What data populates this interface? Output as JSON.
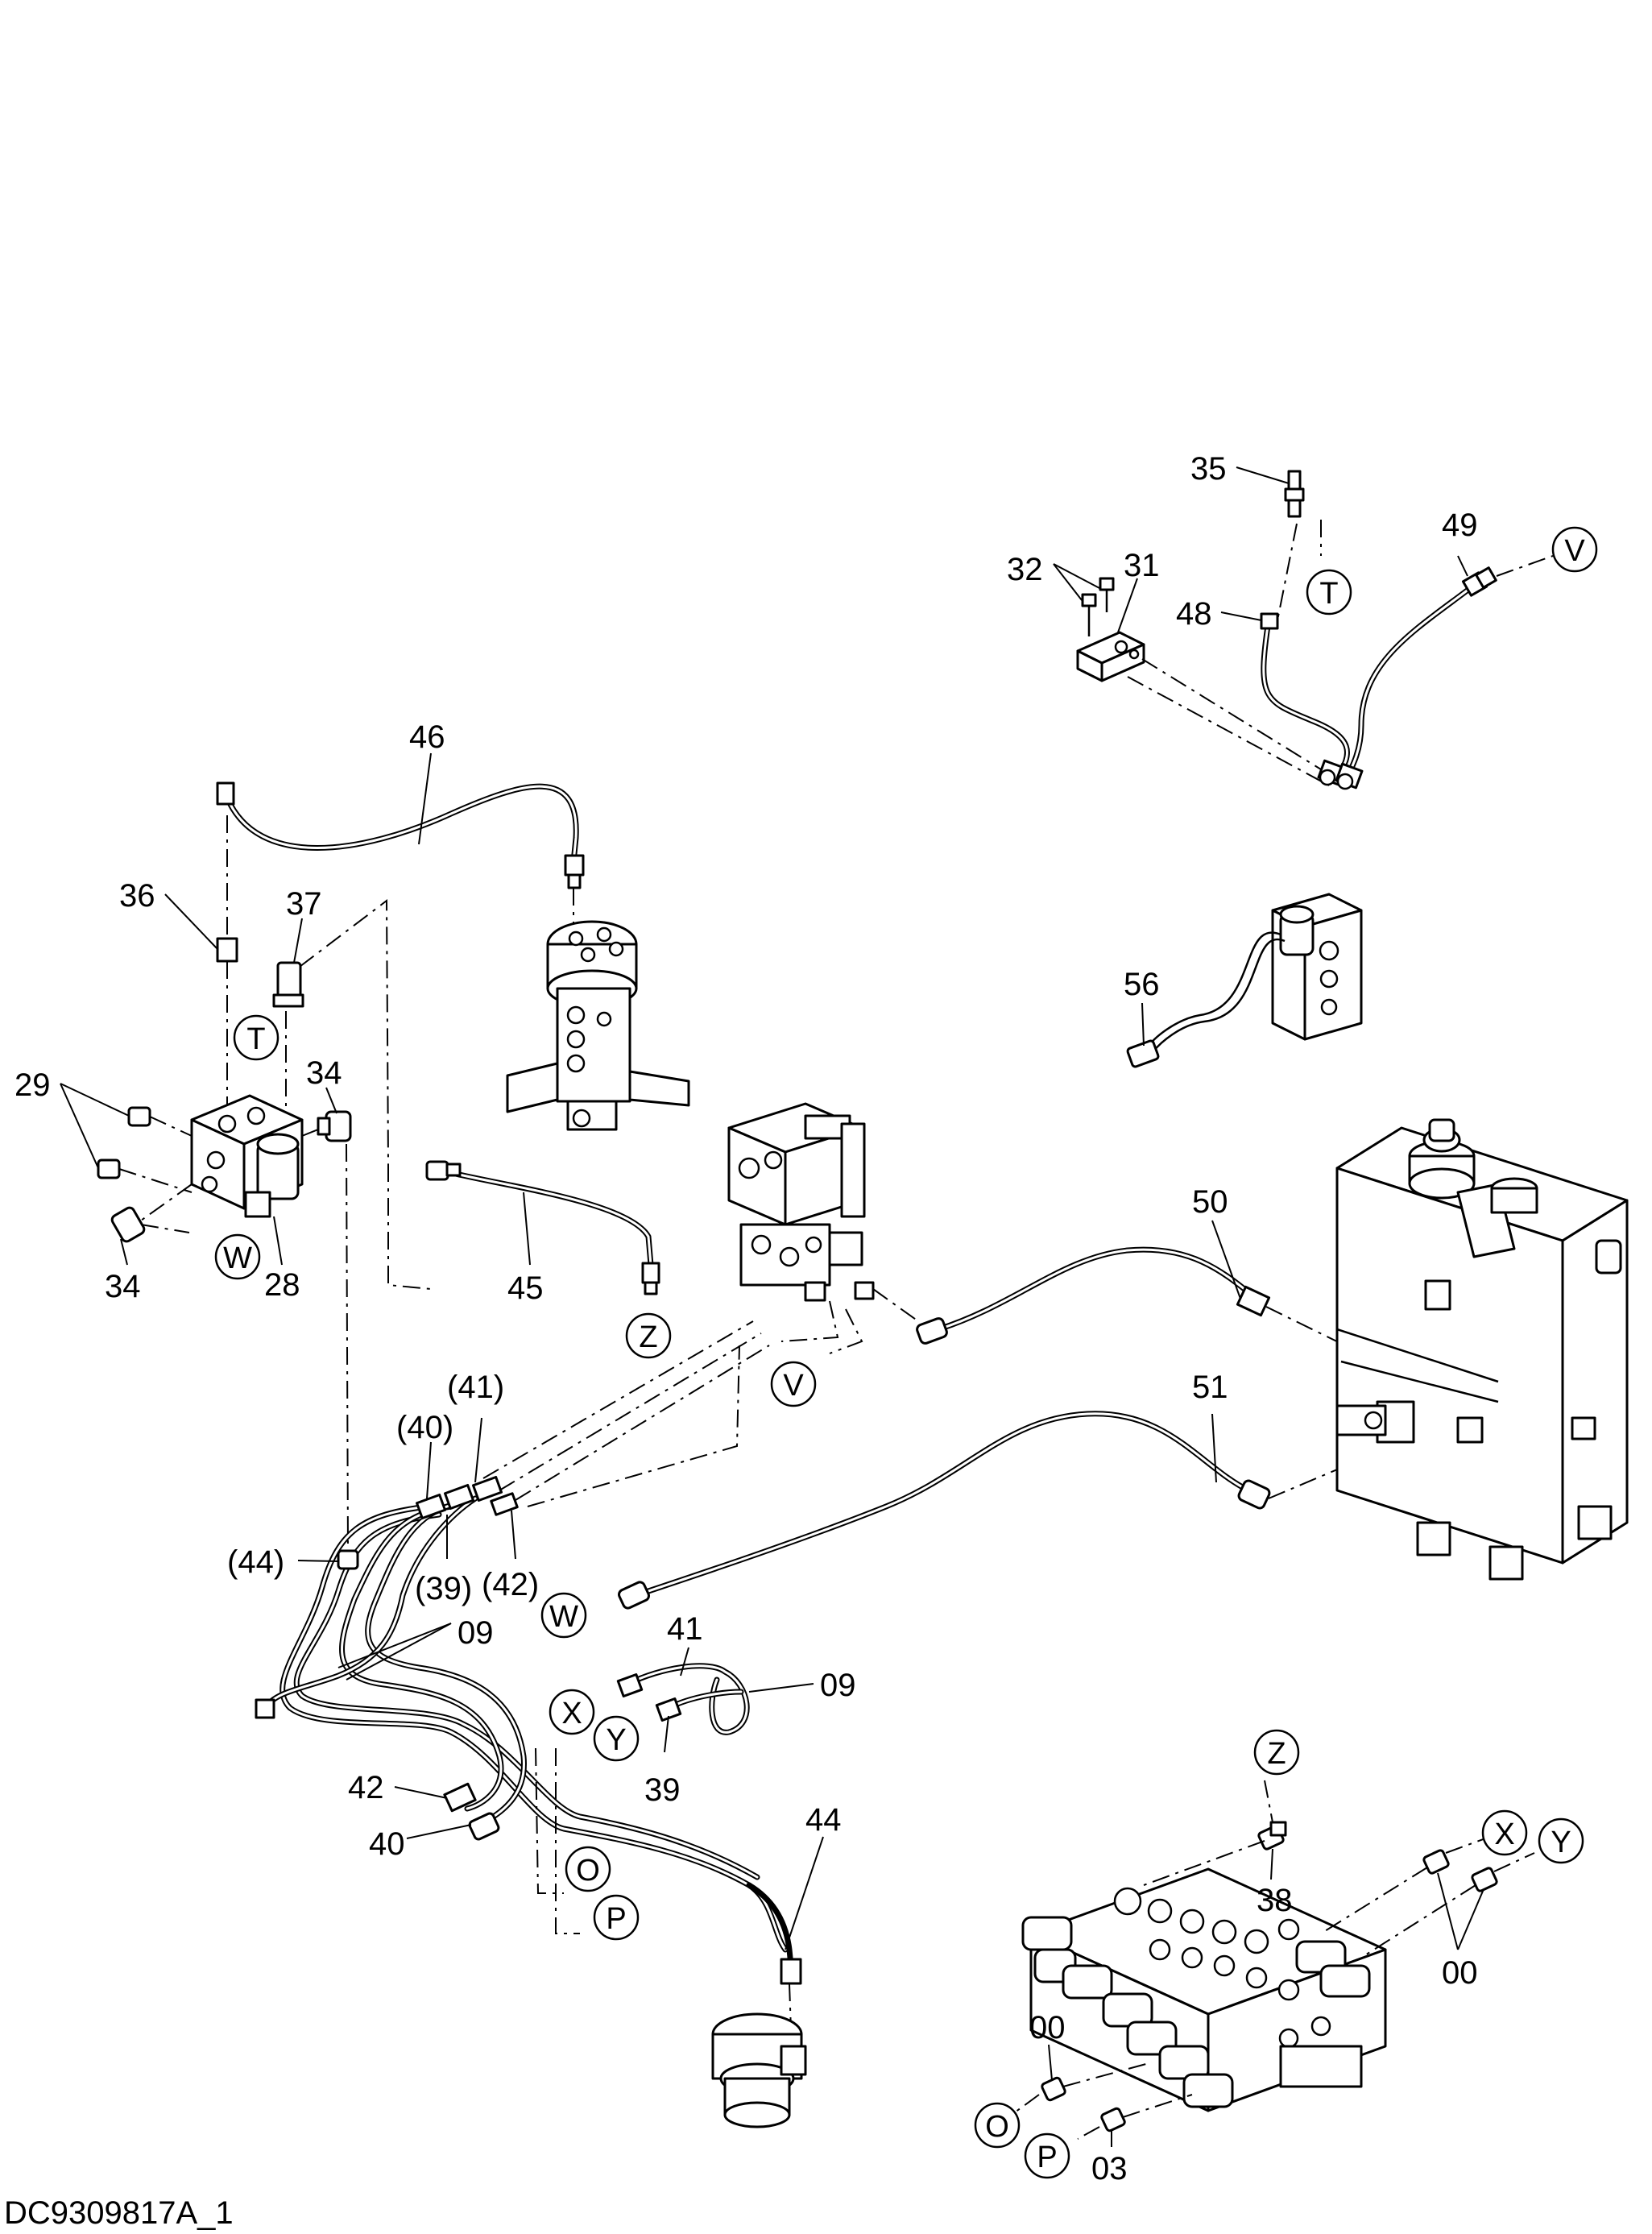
{
  "diagram": {
    "document_id": "DC9309817A_1",
    "part_labels": {
      "p35": "35",
      "p49": "49",
      "p32": "32",
      "p31": "31",
      "p48": "48",
      "p46": "46",
      "p36": "36",
      "p37": "37",
      "p56": "56",
      "p29": "29",
      "p34a": "34",
      "p34b": "34",
      "p28": "28",
      "p50": "50",
      "p45": "45",
      "p41a": "(41)",
      "p40a": "(40)",
      "p51": "51",
      "p44a": "(44)",
      "p39a": "(39)",
      "p42a": "(42)",
      "p09a": "09",
      "p41b": "41",
      "p09b": "09",
      "p39b": "39",
      "p42b": "42",
      "p40b": "40",
      "p44b": "44",
      "p38": "38",
      "p00a": "00",
      "p00b": "00",
      "p03": "03"
    },
    "connection_markers": {
      "t1": "T",
      "v1": "V",
      "t2": "T",
      "w1": "W",
      "z1": "Z",
      "v2": "V",
      "w2": "W",
      "x1": "X",
      "y1": "Y",
      "o1": "O",
      "p1": "P",
      "z2": "Z",
      "x2": "X",
      "y2": "Y",
      "o2": "O",
      "p2": "P"
    }
  }
}
